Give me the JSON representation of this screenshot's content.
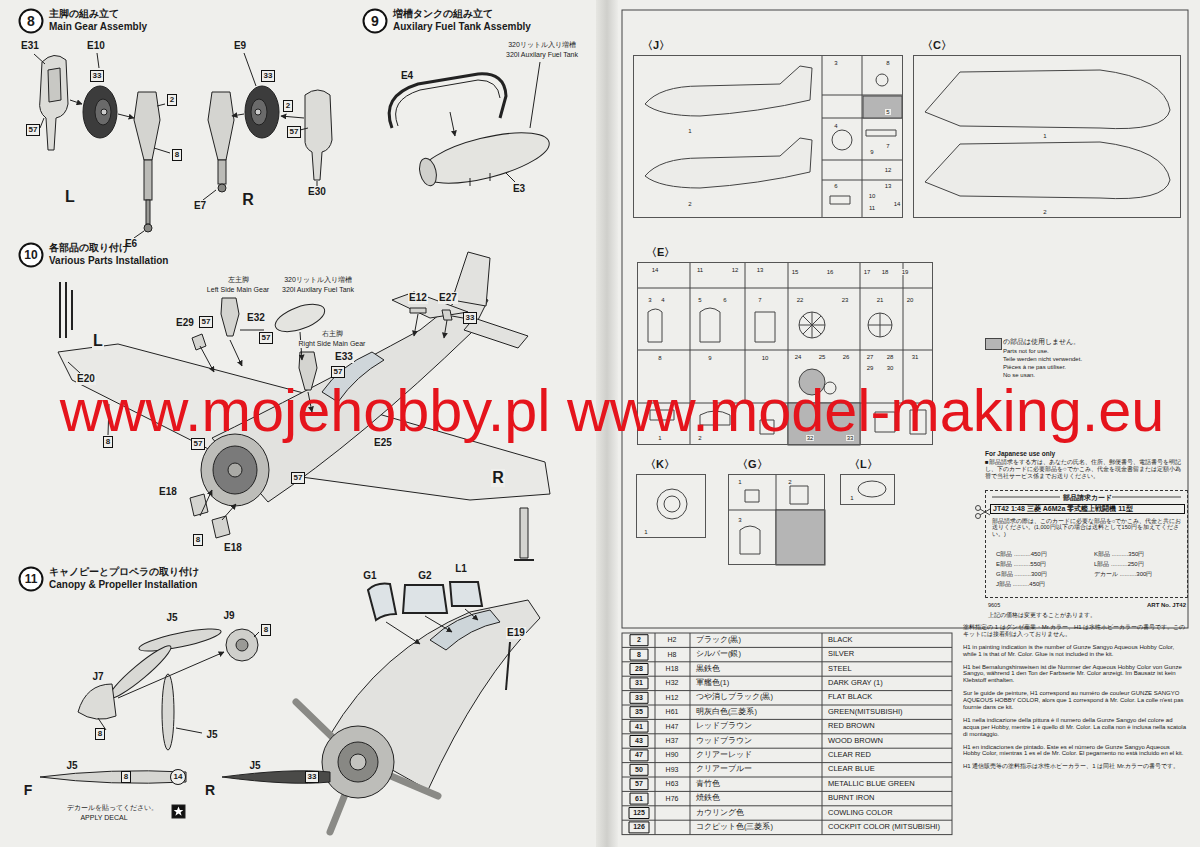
{
  "diagram": {
    "nodes": [
      {
        "text": [
          "8",
          "主脚の組み立て",
          "Main Gear Assembly"
        ]
      },
      {
        "text": [
          "9",
          "増槽タンクの組み立て",
          "Auxilary Fuel Tank Assembly"
        ]
      },
      {
        "text": [
          "10",
          "各部品の取り付け",
          "Various Parts Installation"
        ]
      },
      {
        "text": [
          "11",
          "キャノピーとプロペラの取り付け",
          "Canopy & Propeller Installation"
        ]
      },
      {
        "text": [
          "〈J〉"
        ]
      },
      {
        "text": [
          "〈C〉"
        ]
      },
      {
        "text": [
          "〈E〉"
        ]
      },
      {
        "text": [
          "〈K〉"
        ]
      },
      {
        "text": [
          "〈G〉"
        ]
      },
      {
        "text": [
          "〈L〉"
        ]
      },
      {
        "text": [
          "部品請求カード",
          "JT42 1:48 三菱 A6M2a 零式艦上戦闘機 11型",
          "部品請求の際は、このカードに必要な部品を○でかこみ、代金と共にお送りください。(1,000円以下の場合は送料として150円を加えてください。)",
          "C部品 ..........450円",
          "K部品 ..........350円",
          "E部品 ..........550円",
          "L部品 ..........250円",
          "G部品 ..........300円",
          "デカール ..........300円",
          "J部品 ..........450円"
        ]
      },
      {
        "text": [
          "33"
        ]
      },
      {
        "text": [
          "2"
        ]
      },
      {
        "text": [
          "57"
        ]
      },
      {
        "text": [
          "8"
        ]
      },
      {
        "text": [
          "33"
        ]
      },
      {
        "text": [
          "2"
        ]
      },
      {
        "text": [
          "57"
        ]
      },
      {
        "text": [
          "57"
        ]
      },
      {
        "text": [
          "57"
        ]
      },
      {
        "text": [
          "33"
        ]
      },
      {
        "text": [
          "57"
        ]
      },
      {
        "text": [
          "8"
        ]
      },
      {
        "text": [
          "57"
        ]
      },
      {
        "text": [
          "57"
        ]
      },
      {
        "text": [
          "8"
        ]
      },
      {
        "text": [
          "8"
        ]
      },
      {
        "text": [
          "8"
        ]
      },
      {
        "text": [
          "8"
        ]
      },
      {
        "text": [
          "14"
        ]
      },
      {
        "text": [
          "33"
        ]
      }
    ],
    "labels": [
      "E31",
      "E10",
      "E9",
      "L",
      "R",
      "E6",
      "E7",
      "E30",
      "E4",
      "320リットル入り増槽",
      "320l Auxilary Fuel Tank",
      "E3",
      "左主脚",
      "Left Side Main Gear",
      "320リットル入り増槽",
      "320l Auxilary Fuel Tank",
      "E12",
      "E27",
      "E32",
      "E29",
      "右主脚",
      "Right Side Main Gear",
      "E33",
      "L",
      "E20",
      "E25",
      "E18",
      "E18",
      "R",
      "J5",
      "J9",
      "J7",
      "J5",
      "F",
      "J5",
      "R",
      "J5",
      "デカールを貼ってください。",
      "APPLY DECAL",
      "G1",
      "G2",
      "L1",
      "E19",
      "www.mojehobby.pl www.model-making.eu",
      "1",
      "2",
      "3",
      "4",
      "5",
      "6",
      "7",
      "8",
      "9",
      "10",
      "11",
      "12",
      "13",
      "14",
      "1",
      "2",
      "1",
      "2",
      "3",
      "4",
      "5",
      "6",
      "7",
      "8",
      "9",
      "10",
      "11",
      "12",
      "13",
      "14",
      "15",
      "16",
      "17",
      "18",
      "19",
      "20",
      "21",
      "22",
      "23",
      "24",
      "25",
      "26",
      "27",
      "28",
      "29",
      "30",
      "31",
      "32",
      "33",
      "1",
      "1",
      "2",
      "3",
      "1",
      "Parts not for use.",
      "Teile werden nicht verwendet.",
      "Pièces à ne pas utiliser.",
      "No se usan.",
      "For Japanese use only",
      "■部品請求をする方は、あなたの氏名、住所、郵便番号、電話番号を明記し、下のカードに必要部品を○でかこみ、代金を現金書留または定額小為替で当社サービス係までお送りください。",
      "9605",
      "ART No. JT42",
      "上記の価格は変更することがあります。",
      "2",
      "H2",
      "ブラック(黒)",
      "BLACK",
      "8",
      "H8",
      "シルバー(銀)",
      "SILVER",
      "28",
      "H18",
      "黒鉄色",
      "STEEL",
      "31",
      "H32",
      "軍艦色(1)",
      "DARK GRAY (1)",
      "33",
      "H12",
      "つや消しブラック(黒)",
      "FLAT BLACK",
      "35",
      "H61",
      "明灰白色(三菱系)",
      "GREEN(MITSUBISHI)",
      "41",
      "H47",
      "レッドブラウン",
      "RED BROWN",
      "43",
      "H37",
      "ウッドブラウン",
      "WOOD BROWN",
      "47",
      "H90",
      "クリアーレッド",
      "CLEAR RED",
      "50",
      "H93",
      "クリアーブルー",
      "CLEAR BLUE",
      "57",
      "H63",
      "青竹色",
      "METALLIC BLUE GREEN",
      "61",
      "H76",
      "焼鉄色",
      "BURNT IRON",
      "125",
      "カウリング色",
      "COWLING COLOR",
      "126",
      "コクピット色(三菱系)",
      "COCKPIT COLOR (MITSUBISHI)",
      "塗料指定の 1 はグンゼ産業・Mr.カラー、H1 は水性ホビーカラーの番号です。このキットには接着剤は入っておりません。",
      "H1 in painting indication is the number of Gunze Sangyo Aqueous Hobby Color, while 1 is that of Mr. Color. Glue is not included in the kit.",
      "H1 bei Bemalungshinweisen ist die Nummer der Aqueous Hobby Color von Gunze Sangyo, während 1 den Ton der Farbserie Mr. Color anzeigt. Im Bausatz ist kein Klebstoff enthalten.",
      "Sur le guide de peinture, H1 correspond au numéro de couleur GUNZE SANGYO AQUEOUS HOBBY COLOR, alors que 1 correspond à Mr. Color. La colle n'est pas fournie dans ce kit.",
      "H1 nella indicazione della pittura è il numero della Gunze Sangyo del colore ad acqua per Hobby, mentre 1 è quello di Mr. Color. La colla non è inclusa nella scatola di montaggio.",
      "H1 en indicaciones de pintado. Este es el número de Gunze Sangyo Aqueous Hobby Color, mientras 1 es el de Mr. Color. El pegamento no está incluido en el kit.",
      "H1 通信販売等の塗料指示は水性ホビーカラー、1 は同社 Mr.カラーの番号です。"
    ],
    "legend": [
      {
        "text": "の部品は使用しません。",
        "color": "#b5b5b5"
      }
    ]
  }
}
